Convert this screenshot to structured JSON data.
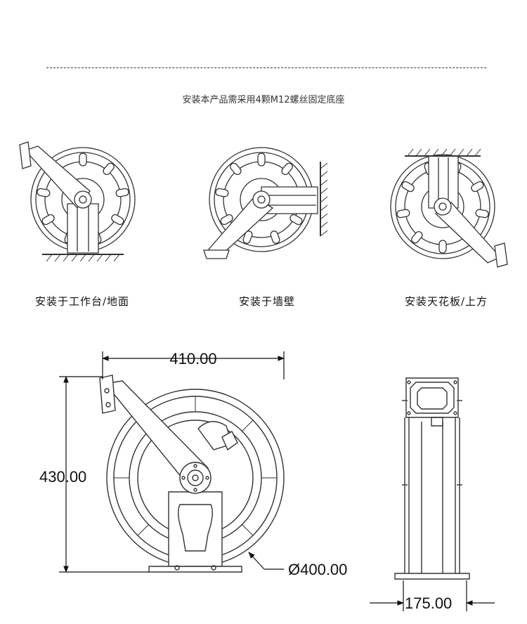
{
  "header": {
    "note": "安装本产品需采用4颗M12螺丝固定底座"
  },
  "mounting_options": [
    {
      "caption": "安装于工作台/地面"
    },
    {
      "caption": "安装于墙壁"
    },
    {
      "caption": "安装天花板/上方"
    }
  ],
  "dimensions": {
    "width": "410.00",
    "height": "430.00",
    "diameter": "Ø400.00",
    "depth": "175.00"
  }
}
